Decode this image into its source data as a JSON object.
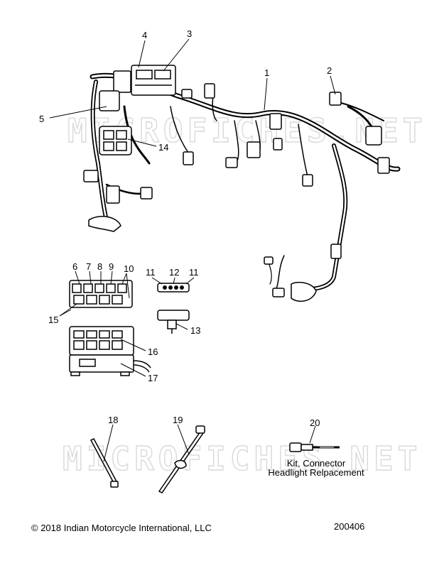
{
  "callouts": {
    "c1": "1",
    "c2": "2",
    "c3": "3",
    "c4": "4",
    "c5": "5",
    "c6": "6",
    "c7": "7",
    "c8": "8",
    "c9": "9",
    "c10": "10",
    "c11a": "11",
    "c11b": "11",
    "c12": "12",
    "c13": "13",
    "c14": "14",
    "c15": "15",
    "c16": "16",
    "c17": "17",
    "c18": "18",
    "c19": "19",
    "c20": "20"
  },
  "kit_caption": {
    "line1": "Kit, Connector",
    "line2": "Headlight Relpacement"
  },
  "watermark": "MICROFICHES.NET",
  "footer": {
    "copyright": "© 2018 Indian Motorcycle International, LLC",
    "drawing_number": "200406"
  }
}
